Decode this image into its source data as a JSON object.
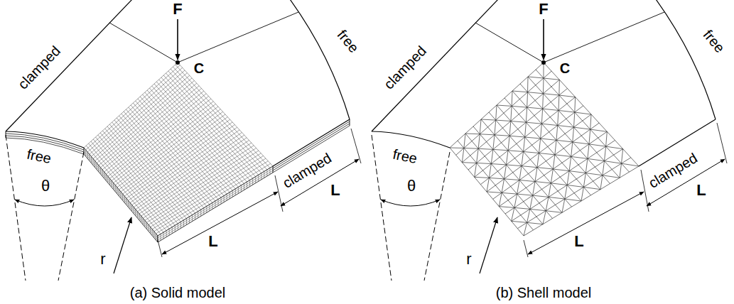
{
  "diagram": {
    "labels": [
      "clamped",
      "free",
      "F",
      "C",
      "free",
      "θ",
      "r",
      "L",
      "clamped",
      "L",
      "(a) Solid model",
      "clamped",
      "free",
      "F",
      "C",
      "free",
      "θ",
      "r",
      "L",
      "clamped",
      "L",
      "(b) Shell model"
    ]
  }
}
